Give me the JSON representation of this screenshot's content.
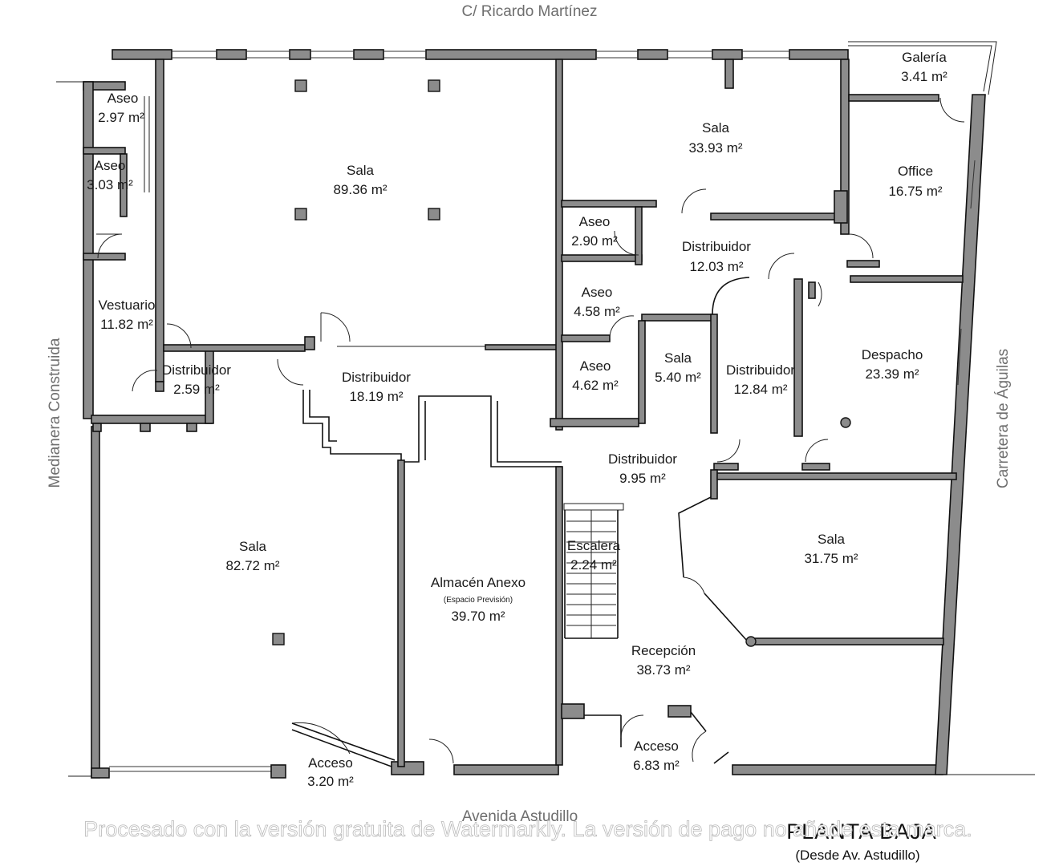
{
  "streets": {
    "top": "C/ Ricardo Martínez",
    "bottom": "Avenida Astudillo",
    "left": "Medianera Construida",
    "right": "Carretera de Águilas"
  },
  "plan": {
    "title": "PLANTA BAJA",
    "subtitle": "(Desde Av. Astudillo)"
  },
  "watermark": "Procesado con la versión gratuita de Watermarkly. La versión de pago no añade esta marca.",
  "rooms": {
    "aseo_tl": {
      "name": "Aseo",
      "area": "2.97 m²"
    },
    "aseo_l2": {
      "name": "Aseo",
      "area": "3.03 m²"
    },
    "vestuario": {
      "name": "Vestuario",
      "area": "11.82 m²"
    },
    "sala_big": {
      "name": "Sala",
      "area": "89.36 m²"
    },
    "sala_top_right": {
      "name": "Sala",
      "area": "33.93 m²"
    },
    "galeria": {
      "name": "Galería",
      "area": "3.41 m²"
    },
    "office": {
      "name": "Office",
      "area": "16.75 m²"
    },
    "aseo_290": {
      "name": "Aseo",
      "area": "2.90 m²"
    },
    "distribuidor_1203": {
      "name": "Distribuidor",
      "area": "12.03 m²"
    },
    "aseo_458": {
      "name": "Aseo",
      "area": "4.58 m²"
    },
    "aseo_462": {
      "name": "Aseo",
      "area": "4.62 m²"
    },
    "sala_540": {
      "name": "Sala",
      "area": "5.40 m²"
    },
    "distribuidor_1284": {
      "name": "Distribuidor",
      "area": "12.84 m²"
    },
    "despacho": {
      "name": "Despacho",
      "area": "23.39 m²"
    },
    "distribuidor_259": {
      "name": "Distribuidor",
      "area": "2.59 m²"
    },
    "distribuidor_1819": {
      "name": "Distribuidor",
      "area": "18.19 m²"
    },
    "distribuidor_995": {
      "name": "Distribuidor",
      "area": "9.95 m²"
    },
    "sala_3175": {
      "name": "Sala",
      "area": "31.75 m²"
    },
    "sala_8272": {
      "name": "Sala",
      "area": "82.72 m²"
    },
    "almacen": {
      "name": "Almacén Anexo",
      "note": "(Espacio Previsión)",
      "area": "39.70 m²"
    },
    "escalera": {
      "name": "Escalera",
      "area": "2.24 m²"
    },
    "recepcion": {
      "name": "Recepción",
      "area": "38.73 m²"
    },
    "acceso_320": {
      "name": "Acceso",
      "area": "3.20 m²"
    },
    "acceso_683": {
      "name": "Acceso",
      "area": "6.83 m²"
    }
  }
}
